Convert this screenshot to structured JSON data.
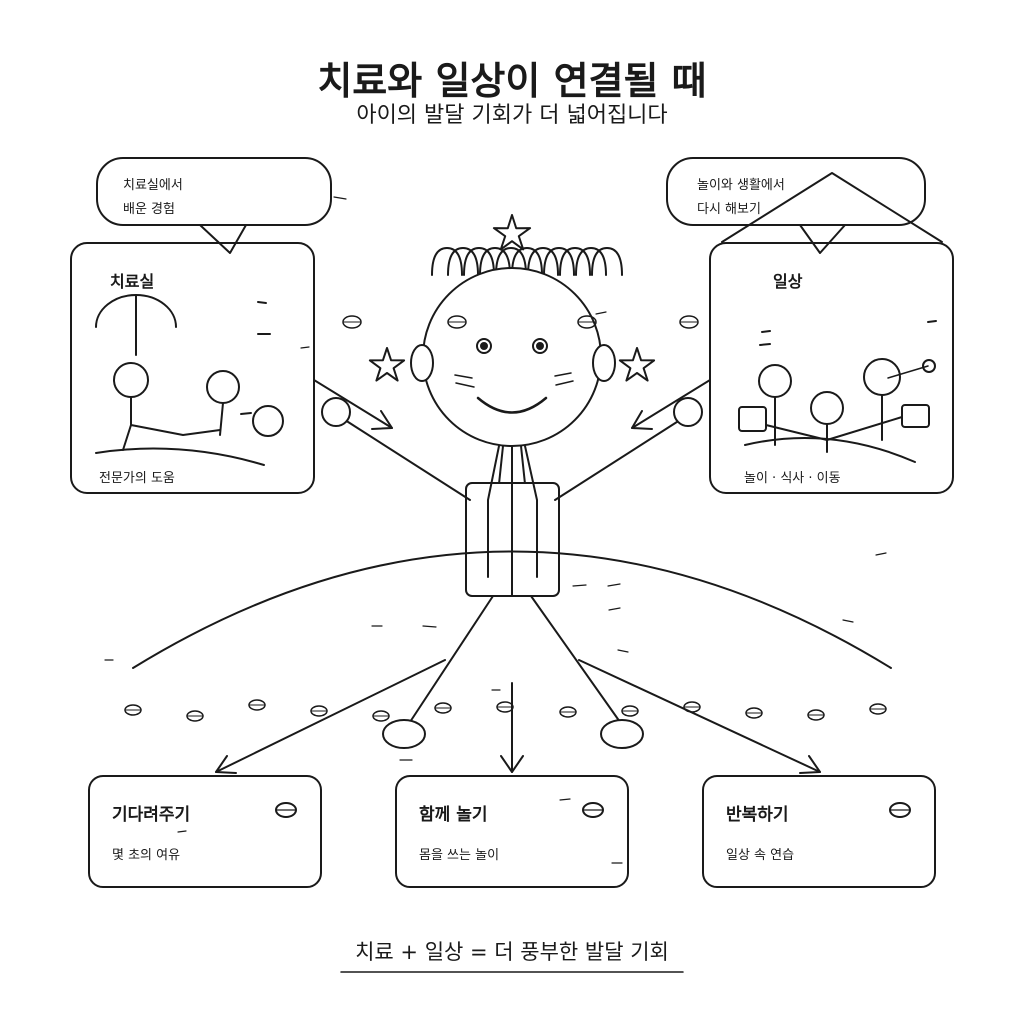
{
  "header": {
    "title": "치료와 일상이 연결될 때",
    "subtitle": "아이의 발달 기회가 더 넓어집니다"
  },
  "left": {
    "bubble_line1": "치료실에서",
    "bubble_line2": "배운 경험",
    "panel_title": "치료실",
    "panel_caption": "전문가의 도움"
  },
  "right": {
    "bubble_line1": "놀이와 생활에서",
    "bubble_line2": "다시 해보기",
    "panel_title": "일상",
    "panel_caption": "놀이 · 식사 · 이동"
  },
  "cards": [
    {
      "title": "기다려주기",
      "desc": "몇 초의 여유"
    },
    {
      "title": "함께 놀기",
      "desc": "몸을 쓰는 놀이"
    },
    {
      "title": "반복하기",
      "desc": "일상 속 연습"
    }
  ],
  "footer": {
    "text": "치료 + 일상 = 더 풍부한 발달 기회"
  }
}
